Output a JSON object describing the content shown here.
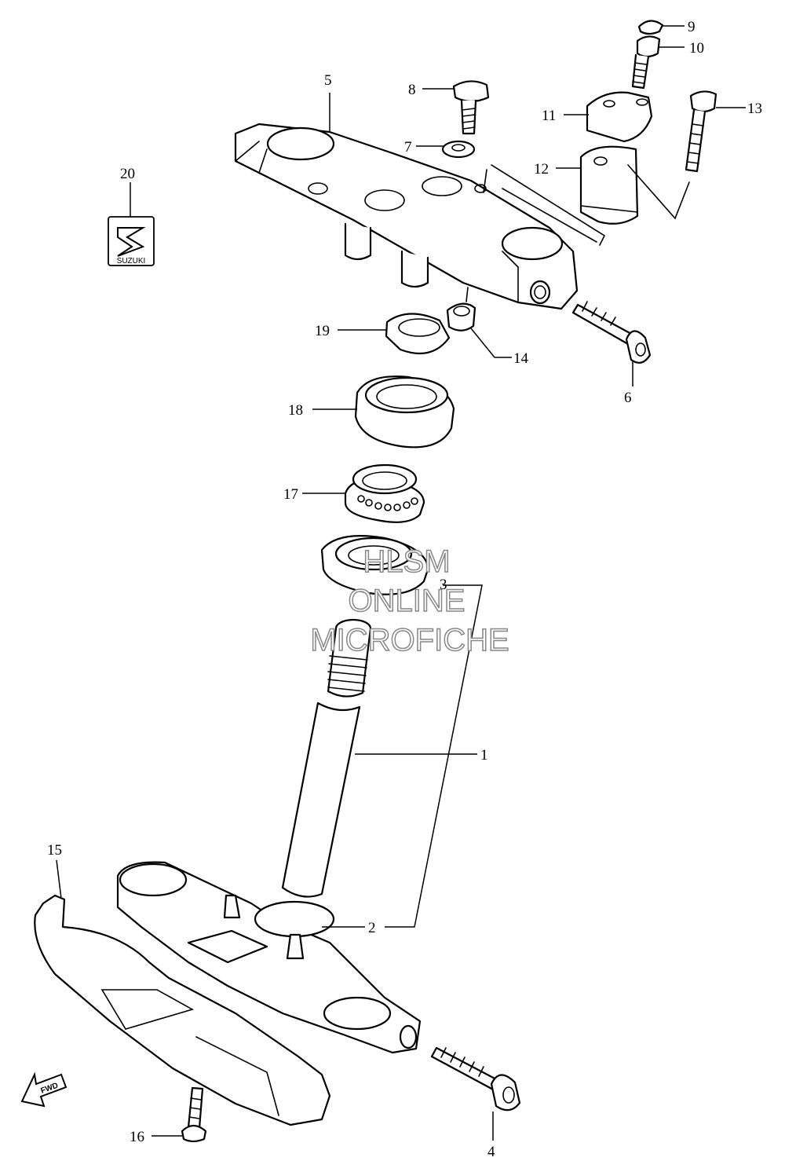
{
  "diagram": {
    "callouts": [
      {
        "id": "1",
        "label": "1"
      },
      {
        "id": "2",
        "label": "2"
      },
      {
        "id": "3",
        "label": "3"
      },
      {
        "id": "4",
        "label": "4"
      },
      {
        "id": "5",
        "label": "5"
      },
      {
        "id": "6",
        "label": "6"
      },
      {
        "id": "7",
        "label": "7"
      },
      {
        "id": "8",
        "label": "8"
      },
      {
        "id": "9",
        "label": "9"
      },
      {
        "id": "10",
        "label": "10"
      },
      {
        "id": "11",
        "label": "11"
      },
      {
        "id": "12",
        "label": "12"
      },
      {
        "id": "13",
        "label": "13"
      },
      {
        "id": "14",
        "label": "14"
      },
      {
        "id": "15",
        "label": "15"
      },
      {
        "id": "16",
        "label": "16"
      },
      {
        "id": "17",
        "label": "17"
      },
      {
        "id": "18",
        "label": "18"
      },
      {
        "id": "19",
        "label": "19"
      },
      {
        "id": "20",
        "label": "20"
      }
    ],
    "logo_text": "SUZUKI",
    "direction_label": "FWD",
    "watermark": [
      "HLSM",
      "ONLINE",
      "MICROFICHE"
    ]
  }
}
